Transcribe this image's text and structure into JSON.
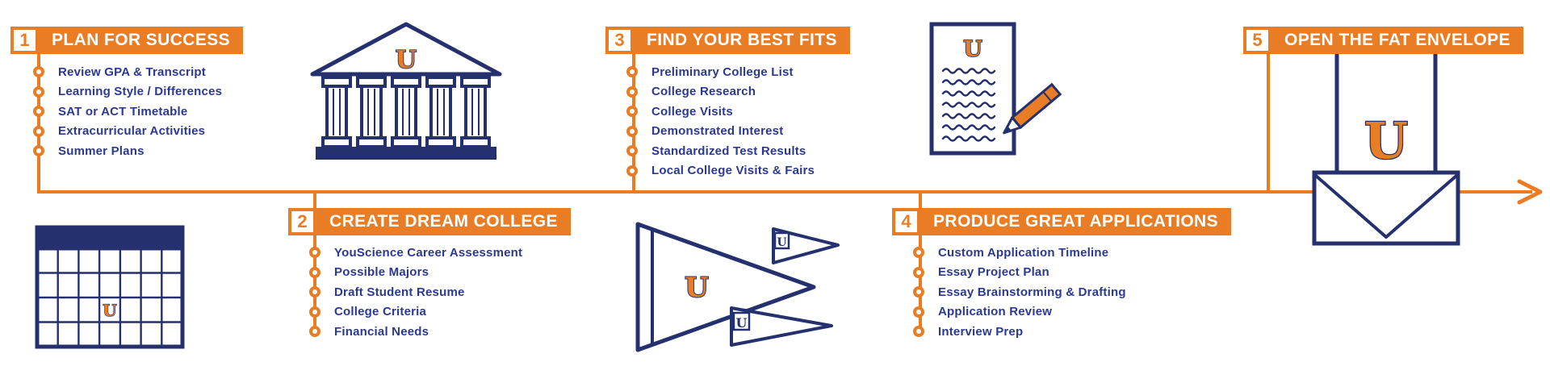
{
  "colors": {
    "orange": "#E87D26",
    "navy_icon": "#24316E",
    "navy_text": "#2B3990",
    "white": "#FFFFFF"
  },
  "steps": [
    {
      "number": "1",
      "title": "PLAN FOR SUCCESS",
      "items": [
        "Review GPA & Transcript",
        "Learning Style / Differences",
        "SAT or ACT Timetable",
        "Extracurricular Activities",
        "Summer Plans"
      ]
    },
    {
      "number": "2",
      "title": "CREATE DREAM COLLEGE",
      "items": [
        "YouScience Career Assessment",
        "Possible Majors",
        "Draft Student Resume",
        "College Criteria",
        "Financial Needs"
      ]
    },
    {
      "number": "3",
      "title": "FIND YOUR BEST FITS",
      "items": [
        "Preliminary College List",
        "College Research",
        "College Visits",
        "Demonstrated Interest",
        "Standardized Test Results",
        "Local College Visits & Fairs"
      ]
    },
    {
      "number": "4",
      "title": "PRODUCE GREAT APPLICATIONS",
      "items": [
        "Custom Application Timeline",
        "Essay Project Plan",
        "Essay Brainstorming & Drafting",
        "Application Review",
        "Interview Prep"
      ]
    },
    {
      "number": "5",
      "title": "OPEN THE FAT ENVELOPE",
      "items": []
    }
  ],
  "icons": {
    "calendar": {
      "letter": "U"
    },
    "building": {
      "letter": "U"
    },
    "paper": {
      "letter": "U"
    },
    "pennant_large": {
      "letter": "U"
    },
    "pennant_small_top": {
      "letter": "U"
    },
    "pennant_small_bottom": {
      "letter": "U"
    },
    "envelope": {
      "letter": "U"
    }
  }
}
